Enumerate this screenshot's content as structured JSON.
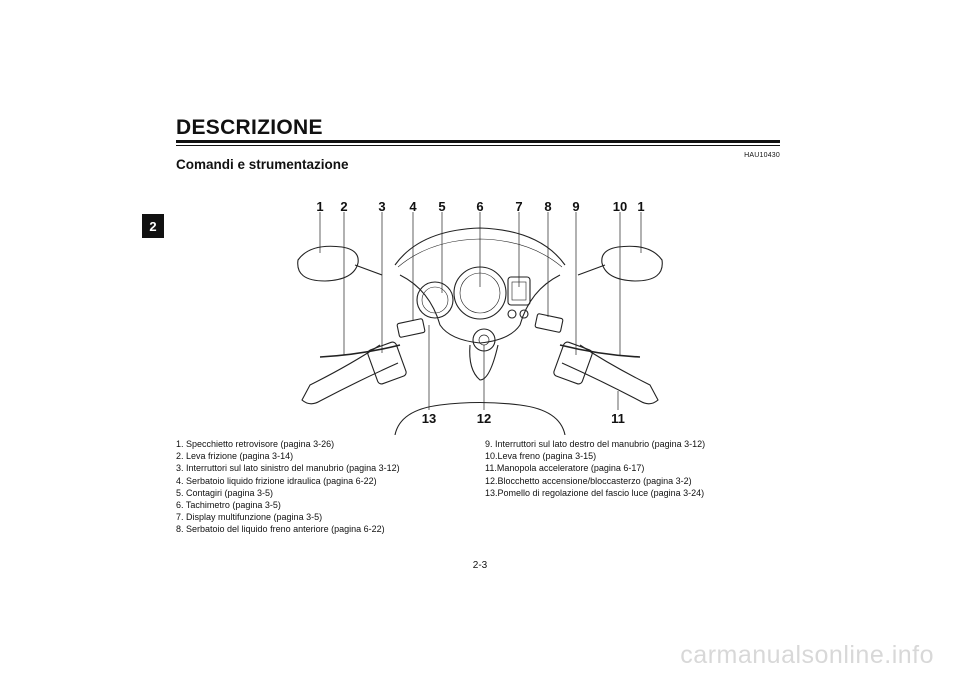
{
  "section_tab": "2",
  "title": "DESCRIZIONE",
  "doc_code": "HAU10430",
  "subtitle": "Comandi e strumentazione",
  "figure": {
    "top_callouts": [
      "1",
      "2",
      "3",
      "4",
      "5",
      "6",
      "7",
      "8",
      "9",
      "10",
      "1"
    ],
    "bottom_callouts": [
      "13",
      "12",
      "11"
    ]
  },
  "legend_left": [
    "1.  Specchietto retrovisore (pagina 3-26)",
    "2.  Leva frizione (pagina 3-14)",
    "3.  Interruttori sul lato sinistro del manubrio (pagina 3-12)",
    "4.  Serbatoio liquido frizione idraulica (pagina 6-22)",
    "5.  Contagiri (pagina 3-5)",
    "6.  Tachimetro (pagina 3-5)",
    "7.  Display multifunzione (pagina 3-5)",
    "8.  Serbatoio del liquido freno anteriore (pagina 6-22)"
  ],
  "legend_right": [
    "9.  Interruttori sul lato destro del manubrio (pagina 3-12)",
    "10.Leva freno (pagina 3-15)",
    "11.Manopola acceleratore (pagina 6-17)",
    "12.Blocchetto accensione/bloccasterzo (pagina 3-2)",
    "13.Pomello di regolazione del fascio luce (pagina 3-24)"
  ],
  "page_number": "2-3",
  "watermark": "carmanualsonline.info"
}
